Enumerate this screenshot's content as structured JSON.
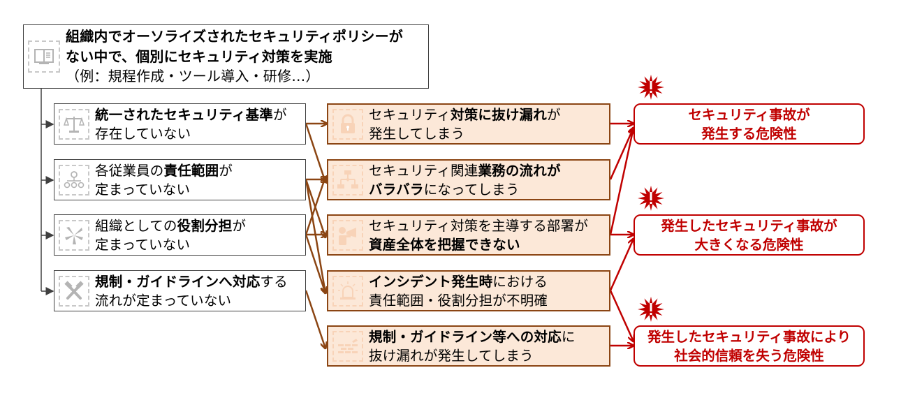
{
  "diagram": {
    "root": {
      "icon": "book-icon",
      "lines": [
        [
          {
            "t": "組織内でオーソライズされたセキュリティポリシーが",
            "b": true
          }
        ],
        [
          {
            "t": "ない中で、個別にセキュリティ対策を実施",
            "b": true
          }
        ],
        [
          {
            "t": "（例：規程作成・ツール導入・研修…）",
            "b": false
          }
        ]
      ]
    },
    "causes": [
      {
        "icon": "scales-icon",
        "lines": [
          [
            {
              "t": "統一されたセキュリティ基準",
              "b": true
            },
            {
              "t": "が",
              "b": false
            }
          ],
          [
            {
              "t": "存在していない",
              "b": false
            }
          ]
        ]
      },
      {
        "icon": "org-chart-icon",
        "lines": [
          [
            {
              "t": "各従業員の",
              "b": false
            },
            {
              "t": "責任範囲",
              "b": true
            },
            {
              "t": "が",
              "b": false
            }
          ],
          [
            {
              "t": "定まっていない",
              "b": false
            }
          ]
        ]
      },
      {
        "icon": "hands-icon",
        "lines": [
          [
            {
              "t": "組織としての",
              "b": false
            },
            {
              "t": "役割分担",
              "b": true
            },
            {
              "t": "が",
              "b": false
            }
          ],
          [
            {
              "t": "定まっていない",
              "b": false
            }
          ]
        ]
      },
      {
        "icon": "hammers-icon",
        "lines": [
          [
            {
              "t": "規制・ガイドラインへ対応",
              "b": true
            },
            {
              "t": "する",
              "b": false
            }
          ],
          [
            {
              "t": "流れが定まっていない",
              "b": false
            }
          ]
        ]
      }
    ],
    "effects": [
      {
        "icon": "lock-icon",
        "lines": [
          [
            {
              "t": "セキュリティ",
              "b": false
            },
            {
              "t": "対策に抜け漏れ",
              "b": true
            },
            {
              "t": "が",
              "b": false
            }
          ],
          [
            {
              "t": "発生してしまう",
              "b": false
            }
          ]
        ]
      },
      {
        "icon": "flowchart-icon",
        "lines": [
          [
            {
              "t": "セキュリティ関連",
              "b": false
            },
            {
              "t": "業務の流れが",
              "b": true
            }
          ],
          [
            {
              "t": "バラバラ",
              "b": true
            },
            {
              "t": "になってしまう",
              "b": false
            }
          ]
        ]
      },
      {
        "icon": "megaphone-person-icon",
        "lines": [
          [
            {
              "t": "セキュリティ対策を主導する部署が",
              "b": false
            }
          ],
          [
            {
              "t": "資産全体を把握できない",
              "b": true
            }
          ]
        ]
      },
      {
        "icon": "alarm-light-icon",
        "lines": [
          [
            {
              "t": "インシデント発生時",
              "b": true
            },
            {
              "t": "における",
              "b": false
            }
          ],
          [
            {
              "t": "責任範囲・役割分担が不明確",
              "b": false
            }
          ]
        ]
      },
      {
        "icon": "firewall-icon",
        "lines": [
          [
            {
              "t": "規制・ガイドライン等への対応",
              "b": true
            },
            {
              "t": "に",
              "b": false
            }
          ],
          [
            {
              "t": "抜け漏れが発生してしまう",
              "b": false
            }
          ]
        ]
      }
    ],
    "risks": [
      {
        "line1": "セキュリティ事故が",
        "line2": "発生する危険性"
      },
      {
        "line1": "発生したセキュリティ事故が",
        "line2": "大きくなる危険性"
      },
      {
        "line1": "発生したセキュリティ事故により",
        "line2": "社会的信頼を失う危険性"
      }
    ],
    "cause_to_effect": [
      [
        0,
        0
      ],
      [
        0,
        1
      ],
      [
        1,
        1
      ],
      [
        1,
        2
      ],
      [
        1,
        3
      ],
      [
        2,
        1
      ],
      [
        2,
        2
      ],
      [
        2,
        3
      ],
      [
        3,
        4
      ]
    ],
    "effect_to_risk": [
      [
        0,
        0
      ],
      [
        1,
        0
      ],
      [
        2,
        0
      ],
      [
        2,
        1
      ],
      [
        3,
        1
      ],
      [
        3,
        2
      ],
      [
        4,
        2
      ]
    ],
    "colors": {
      "tree_line": "#404040",
      "cause_arrow": "#8B4513",
      "effect_fill": "#FCE8D8",
      "effect_border": "#8B4513",
      "risk": "#C00000",
      "icon_gray": "#b4b4b4",
      "icon_peach": "#F8D3B8"
    }
  }
}
